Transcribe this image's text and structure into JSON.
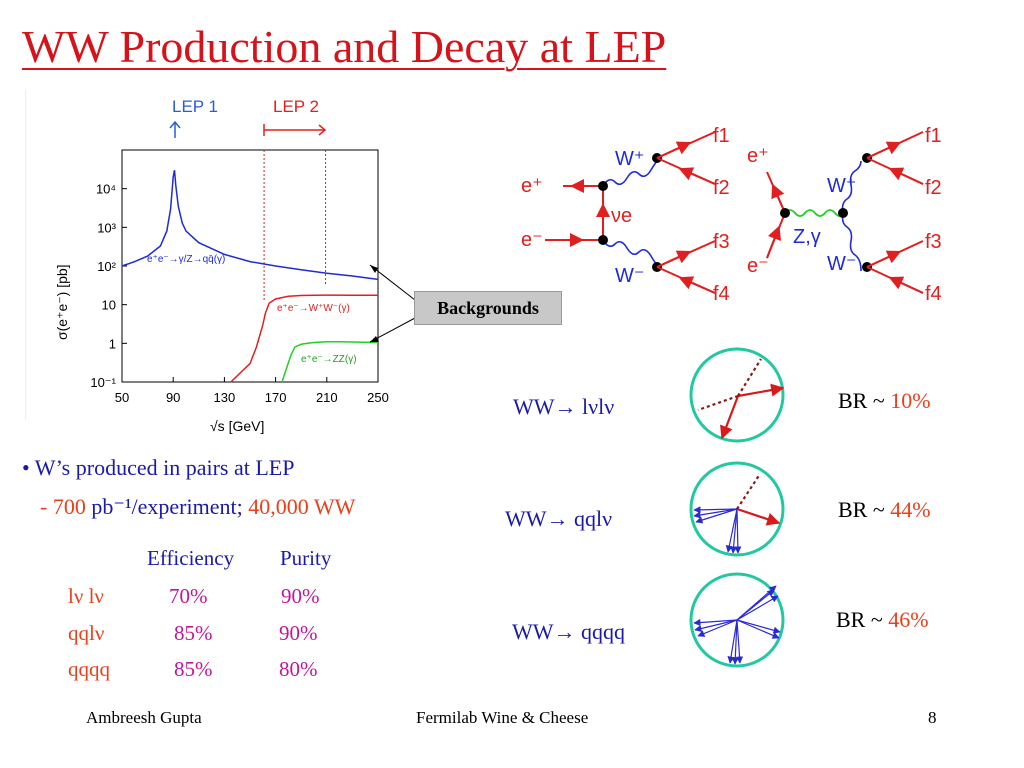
{
  "title": "WW Production and Decay at LEP",
  "plot": {
    "lep1_label": "LEP 1",
    "lep2_label": "LEP 2",
    "ylabel": "σ(e⁺e⁻)  [pb]",
    "xlabel": "√s   [GeV]",
    "x_ticks": [
      "50",
      "90",
      "130",
      "170",
      "210",
      "250"
    ],
    "y_ticks": [
      "10⁴",
      "10³",
      "10²",
      "10",
      "1",
      "10⁻¹"
    ],
    "curve_labels": {
      "qq": "e⁺e⁻→γ/Z→qq̄(γ)",
      "ww": "e⁺e⁻→W⁺W⁻(γ)",
      "zz": "e⁺e⁻→ZZ(γ)"
    },
    "backgrounds_label": "Backgrounds",
    "colors": {
      "qq": "#1e2bd6",
      "ww": "#e02020",
      "zz": "#22d022"
    }
  },
  "chart_data": {
    "type": "line",
    "title": "",
    "xlabel": "√s [GeV]",
    "ylabel": "σ(e⁺e⁻) [pb]",
    "xlim": [
      50,
      250
    ],
    "ylim": [
      0.1,
      100000
    ],
    "y_scale": "log",
    "series": [
      {
        "name": "e⁺e⁻→γ/Z→qq̄(γ)",
        "x": [
          50,
          60,
          70,
          80,
          85,
          88,
          90,
          91,
          92,
          94,
          97,
          100,
          110,
          130,
          150,
          170,
          190,
          210,
          230,
          250
        ],
        "y": [
          100,
          130,
          180,
          330,
          800,
          3000,
          20000,
          30000,
          12000,
          3500,
          1300,
          800,
          400,
          200,
          130,
          100,
          80,
          65,
          55,
          45
        ]
      },
      {
        "name": "e⁺e⁻→W⁺W⁻(γ)",
        "x": [
          135,
          150,
          155,
          160,
          162,
          165,
          170,
          180,
          190,
          200,
          210,
          230,
          250
        ],
        "y": [
          0.1,
          0.3,
          0.8,
          3,
          6,
          11,
          14,
          16.5,
          17.3,
          17.6,
          17.7,
          17.6,
          17.5
        ]
      },
      {
        "name": "e⁺e⁻→ZZ(γ)",
        "x": [
          175,
          178,
          182,
          185,
          190,
          195,
          200,
          210,
          220,
          250
        ],
        "y": [
          0.1,
          0.2,
          0.5,
          0.8,
          0.95,
          1.0,
          1.05,
          1.1,
          1.1,
          1.05
        ]
      }
    ],
    "lep_markers": [
      {
        "label": "LEP 1",
        "x": 91
      },
      {
        "label": "LEP 2",
        "x_range": [
          161,
          209
        ]
      }
    ]
  },
  "diagram": {
    "left": {
      "ep": "e⁺",
      "em": "e⁻",
      "wp": "W⁺",
      "wm": "W⁻",
      "nu": "νe",
      "f1": "f1",
      "f2": "f2",
      "f3": "f3",
      "f4": "f4"
    },
    "right": {
      "ep": "e⁺",
      "em": "e⁻",
      "wp": "W⁺",
      "wm": "W⁻",
      "zg": "Z,γ",
      "f1": "f1",
      "f2": "f2",
      "f3": "f3",
      "f4": "f4"
    }
  },
  "bullets": {
    "line1": "• W’s produced in pairs at LEP",
    "line2_prefix": "- 700 ",
    "line2_unit": "pb⁻¹/experiment; ",
    "line2_ww": "40,000 WW"
  },
  "table": {
    "headers": [
      "Efficiency",
      "Purity"
    ],
    "rows": [
      {
        "channel": "lν lν",
        "efficiency": "70%",
        "purity": "90%"
      },
      {
        "channel": "qqlν",
        "efficiency": "85%",
        "purity": "90%"
      },
      {
        "channel": "qqqq",
        "efficiency": "85%",
        "purity": "80%"
      }
    ]
  },
  "channels": [
    {
      "decay": "WW→ lνlν",
      "br_prefix": "BR ~ ",
      "br_value": "10%"
    },
    {
      "decay": "WW→ qqlν",
      "br_prefix": "BR ~ ",
      "br_value": "44%"
    },
    {
      "decay": "WW→ qqqq",
      "br_prefix": "BR ~ ",
      "br_value": "46%"
    }
  ],
  "footer": {
    "author": "Ambreesh Gupta",
    "event": "Fermilab Wine & Cheese",
    "page": "8"
  }
}
